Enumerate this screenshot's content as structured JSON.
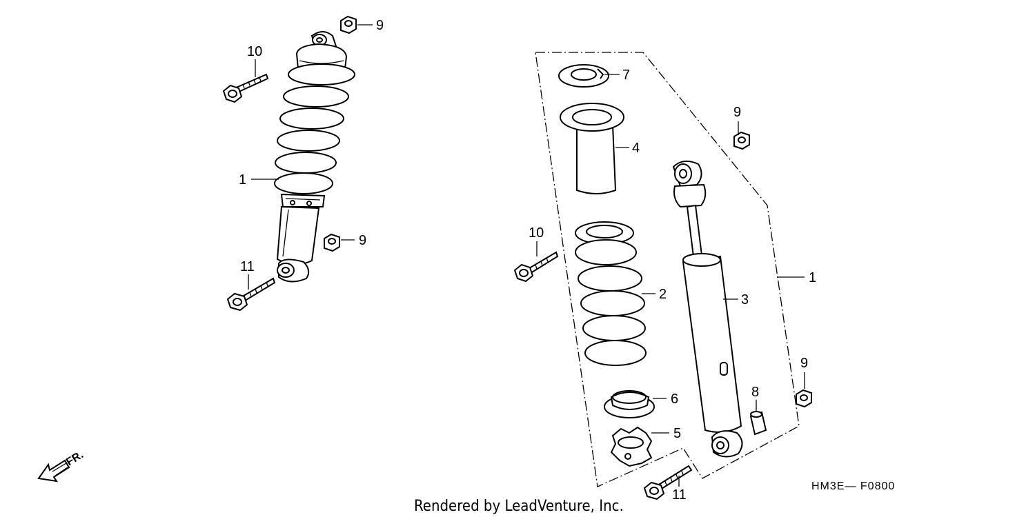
{
  "callouts": {
    "left_9_top": "9",
    "left_10": "10",
    "left_1": "1",
    "left_9_mid": "9",
    "left_11": "11",
    "right_7": "7",
    "right_9_top": "9",
    "right_4": "4",
    "right_10": "10",
    "right_1": "1",
    "right_2": "2",
    "right_3": "3",
    "right_9_bottom": "9",
    "right_8": "8",
    "right_6": "6",
    "right_5": "5",
    "right_11": "11"
  },
  "direction_label": "FR.",
  "diagram_code": "HM3E— F0800",
  "credit": "Rendered by LeadVenture, Inc."
}
